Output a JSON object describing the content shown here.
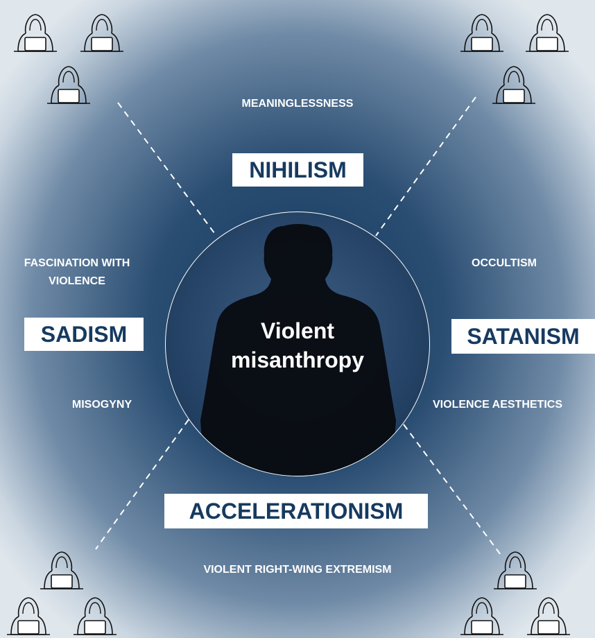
{
  "center": {
    "line1": "Violent",
    "line2": "misanthropy"
  },
  "top": {
    "box": "NIHILISM",
    "label": "MEANINGLESSNESS"
  },
  "left": {
    "box": "SADISM",
    "label_upper": "FASCINATION WITH VIOLENCE",
    "label_lower": "MISOGYNY"
  },
  "right": {
    "box": "SATANISM",
    "label_upper": "OCCULTISM",
    "label_lower": "VIOLENCE AESTHETICS"
  },
  "bottom": {
    "box": "ACCELERATIONISM",
    "label": "VIOLENT RIGHT-WING EXTREMISM"
  },
  "icons": {
    "corner": "hooded-hacker-at-laptop-icon",
    "center": "person-silhouette-icon"
  },
  "colors": {
    "navy": "#163a60",
    "white": "#ffffff",
    "outer": "#dfe6ec"
  }
}
